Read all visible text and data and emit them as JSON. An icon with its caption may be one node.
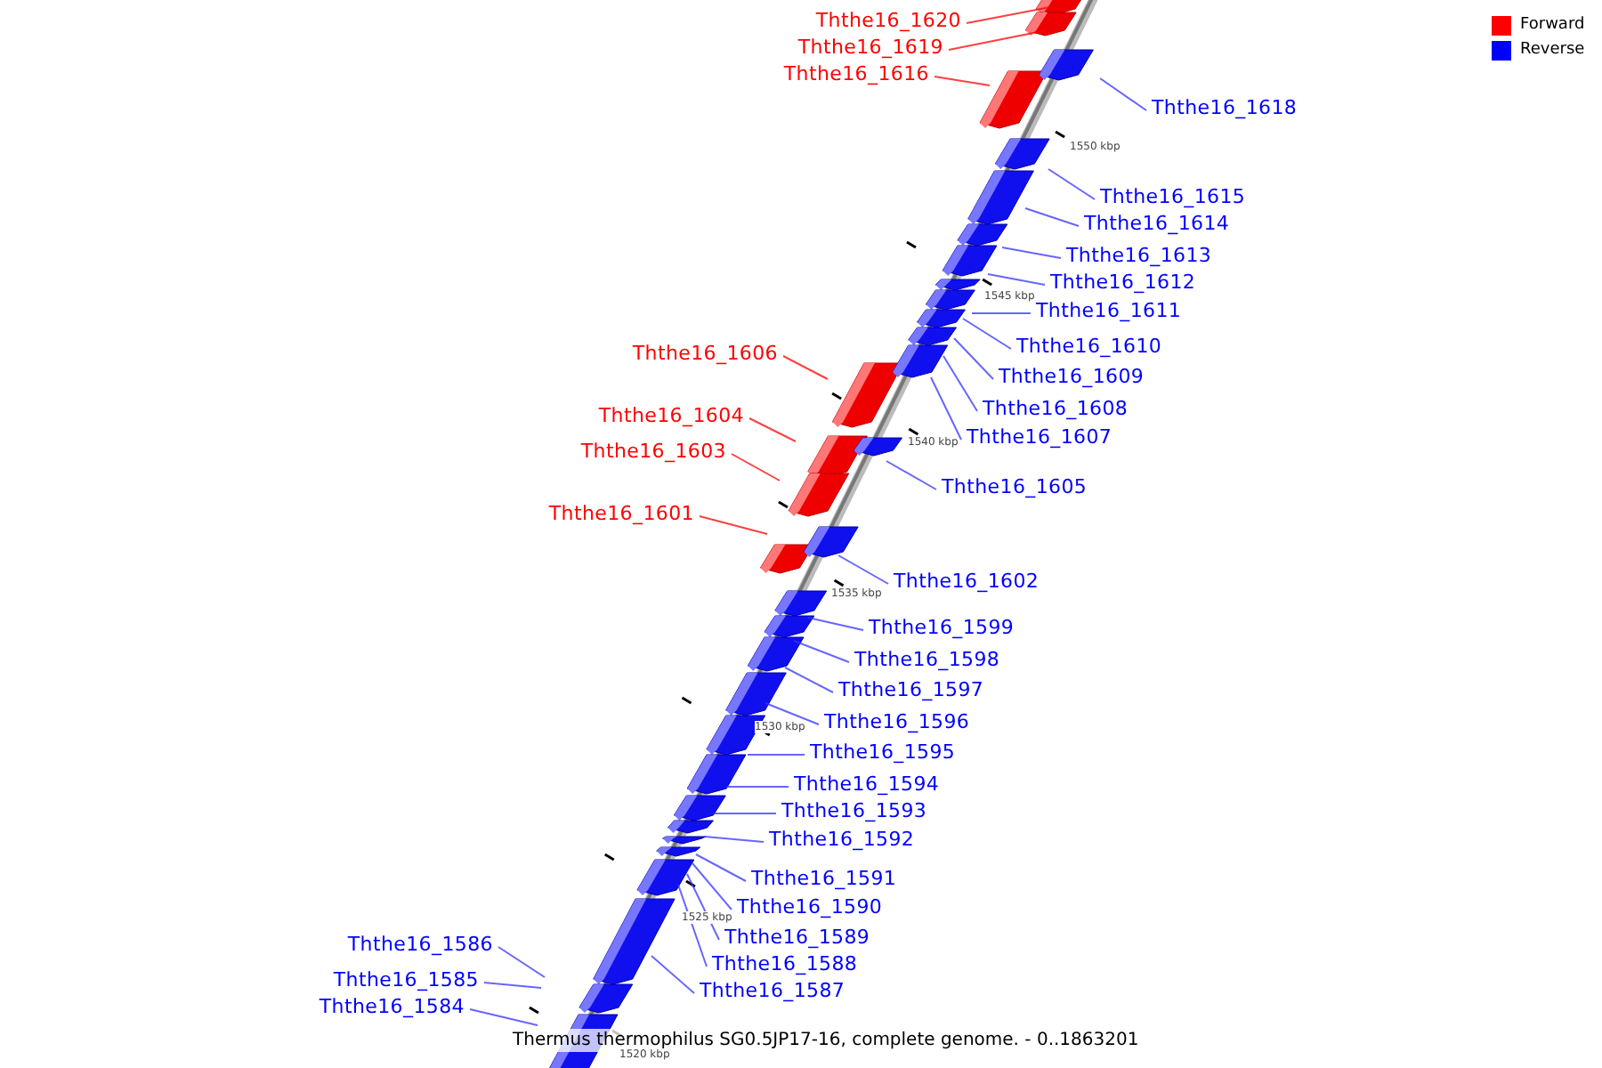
{
  "diagram": {
    "title": "Thermus thermophilus SG0.5JP17-16, complete genome. - 0..1863201",
    "nodes": [
      {
        "text": [
          "Ththe16_1620"
        ]
      },
      {
        "text": [
          "Ththe16_1619"
        ]
      },
      {
        "text": [
          "Ththe16_1616"
        ]
      },
      {
        "text": [
          "Ththe16_1618"
        ]
      },
      {
        "text": [
          "Ththe16_1615"
        ]
      },
      {
        "text": [
          "Ththe16_1614"
        ]
      },
      {
        "text": [
          "Ththe16_1613"
        ]
      },
      {
        "text": [
          "Ththe16_1612"
        ]
      },
      {
        "text": [
          "Ththe16_1611"
        ]
      },
      {
        "text": [
          "Ththe16_1610"
        ]
      },
      {
        "text": [
          "Ththe16_1606"
        ]
      },
      {
        "text": [
          "Ththe16_1609"
        ]
      },
      {
        "text": [
          "Ththe16_1608"
        ]
      },
      {
        "text": [
          "Ththe16_1604"
        ]
      },
      {
        "text": [
          "Ththe16_1607"
        ]
      },
      {
        "text": [
          "Ththe16_1603"
        ]
      },
      {
        "text": [
          "Ththe16_1605"
        ]
      },
      {
        "text": [
          "Ththe16_1601"
        ]
      },
      {
        "text": [
          "Ththe16_1602"
        ]
      },
      {
        "text": [
          "Ththe16_1599"
        ]
      },
      {
        "text": [
          "Ththe16_1598"
        ]
      },
      {
        "text": [
          "Ththe16_1597"
        ]
      },
      {
        "text": [
          "Ththe16_1596"
        ]
      },
      {
        "text": [
          "Ththe16_1595"
        ]
      },
      {
        "text": [
          "Ththe16_1594"
        ]
      },
      {
        "text": [
          "Ththe16_1593"
        ]
      },
      {
        "text": [
          "Ththe16_1592"
        ]
      },
      {
        "text": [
          "Ththe16_1591"
        ]
      },
      {
        "text": [
          "Ththe16_1590"
        ]
      },
      {
        "text": [
          "Ththe16_1589"
        ]
      },
      {
        "text": [
          "Ththe16_1586"
        ]
      },
      {
        "text": [
          "Ththe16_1588"
        ]
      },
      {
        "text": [
          "Ththe16_1585"
        ]
      },
      {
        "text": [
          "Ththe16_1587"
        ]
      },
      {
        "text": [
          "Ththe16_1584"
        ]
      }
    ],
    "edges": [
      {
        "from": 0,
        "to": null,
        "arrow": "none",
        "color": "#ff0000"
      },
      {
        "from": 1,
        "to": null,
        "arrow": "none",
        "color": "#ff0000"
      },
      {
        "from": 2,
        "to": null,
        "arrow": "none",
        "color": "#ff0000"
      },
      {
        "from": 3,
        "to": null,
        "arrow": "none"
      },
      {
        "from": 4,
        "to": null,
        "arrow": "none"
      },
      {
        "from": 5,
        "to": null,
        "arrow": "none"
      },
      {
        "from": 6,
        "to": null,
        "arrow": "none"
      },
      {
        "from": 7,
        "to": null,
        "arrow": "none"
      },
      {
        "from": 8,
        "to": null,
        "arrow": "none"
      },
      {
        "from": 9,
        "to": null,
        "arrow": "none"
      },
      {
        "from": 10,
        "to": null,
        "arrow": "none",
        "color": "#ff0000"
      },
      {
        "from": 11,
        "to": null,
        "arrow": "none"
      },
      {
        "from": 12,
        "to": null,
        "arrow": "none"
      },
      {
        "from": 13,
        "to": null,
        "arrow": "none",
        "color": "#ff0000"
      },
      {
        "from": 14,
        "to": null,
        "arrow": "none"
      },
      {
        "from": 15,
        "to": null,
        "arrow": "none",
        "color": "#ff0000"
      },
      {
        "from": 16,
        "to": null,
        "arrow": "none"
      },
      {
        "from": 17,
        "to": null,
        "arrow": "none",
        "color": "#ff0000"
      },
      {
        "from": 18,
        "to": null,
        "arrow": "none"
      },
      {
        "from": 19,
        "to": null,
        "arrow": "none"
      },
      {
        "from": 20,
        "to": null,
        "arrow": "none"
      },
      {
        "from": 21,
        "to": null,
        "arrow": "none"
      },
      {
        "from": 22,
        "to": null,
        "arrow": "none"
      },
      {
        "from": 23,
        "to": null,
        "arrow": "none"
      },
      {
        "from": 24,
        "to": null,
        "arrow": "none"
      },
      {
        "from": 25,
        "to": null,
        "arrow": "none"
      },
      {
        "from": 26,
        "to": null,
        "arrow": "none"
      },
      {
        "from": 27,
        "to": null,
        "arrow": "none"
      },
      {
        "from": 28,
        "to": null,
        "arrow": "none"
      },
      {
        "from": 29,
        "to": null,
        "arrow": "none"
      },
      {
        "from": 30,
        "to": null,
        "arrow": "none"
      },
      {
        "from": 31,
        "to": null,
        "arrow": "none"
      },
      {
        "from": 32,
        "to": null,
        "arrow": "none"
      },
      {
        "from": 33,
        "to": null,
        "arrow": "none"
      },
      {
        "from": 34,
        "to": null,
        "arrow": "none"
      }
    ],
    "labels": [
      "1550 kbp",
      "1545 kbp",
      "1540 kbp",
      "1535 kbp",
      "1530 kbp",
      "1525 kbp",
      "1520 kbp"
    ],
    "legend": [
      {
        "text": "Forward",
        "color": "#ff0000"
      },
      {
        "text": "Reverse",
        "color": "#0000ff"
      }
    ]
  }
}
